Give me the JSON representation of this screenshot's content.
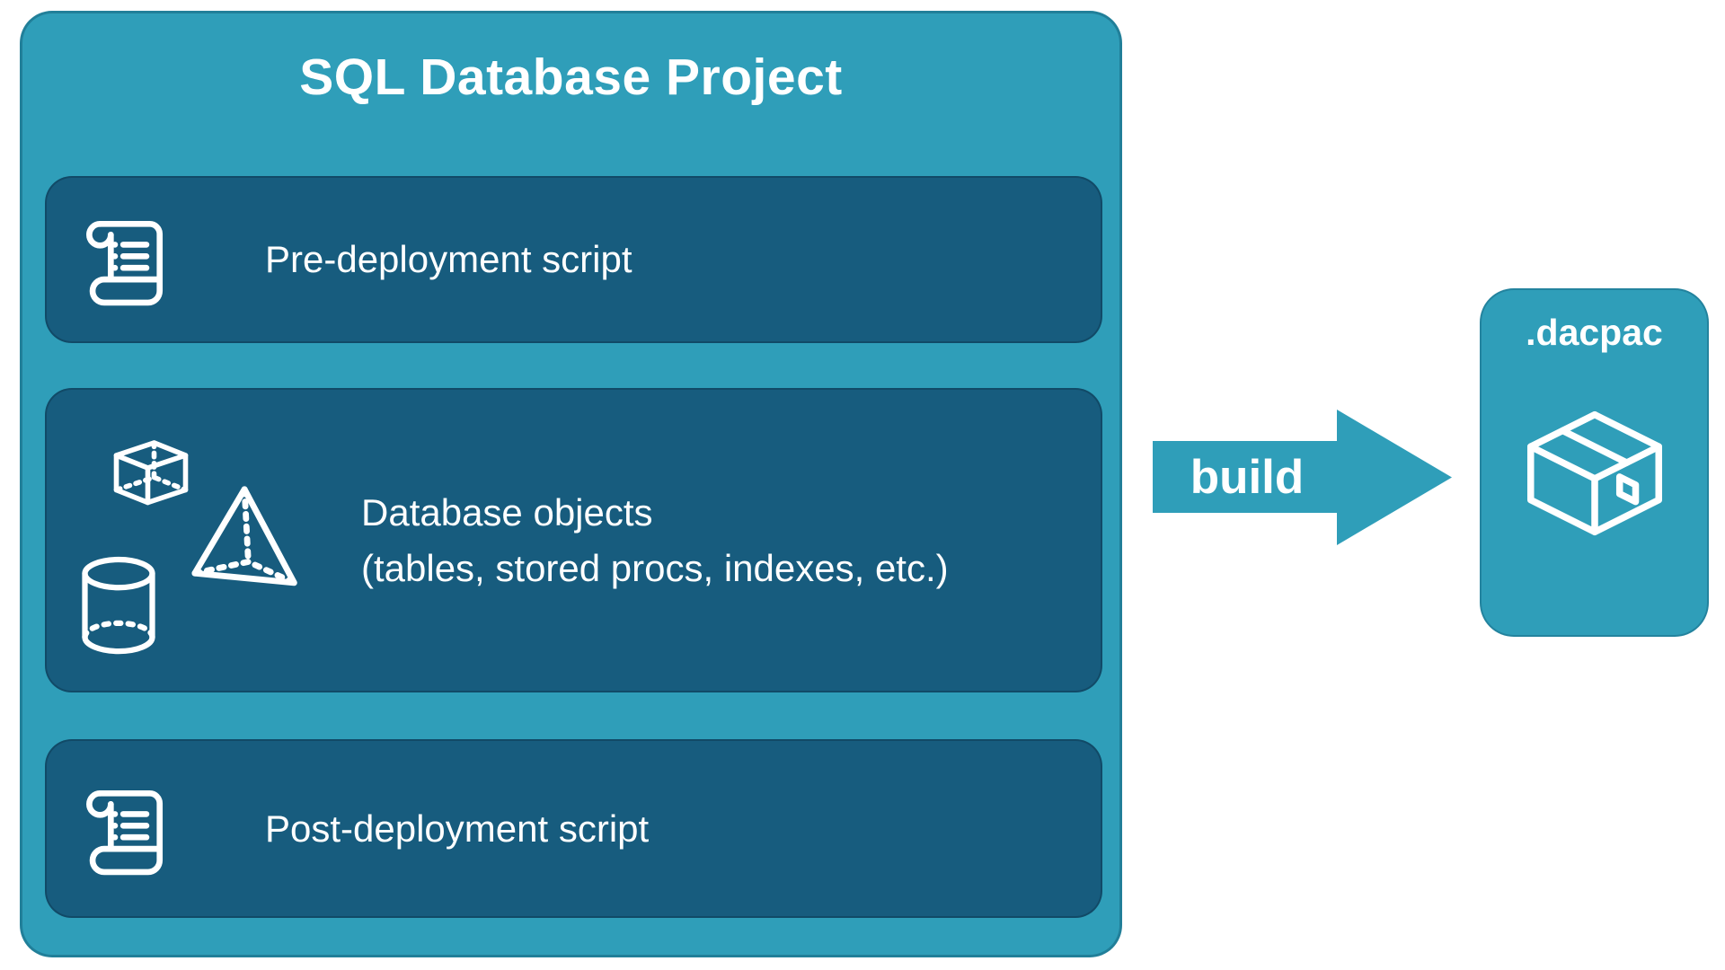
{
  "colors": {
    "background": "#FFFFFF",
    "container": "#2F9EB9",
    "panel": "#175C7E",
    "arrow": "#2F9EB9",
    "text": "#FFFFFF"
  },
  "project": {
    "title": "SQL Database Project",
    "panels": {
      "pre": {
        "label": "Pre-deployment script",
        "icon": "scroll-icon"
      },
      "objects": {
        "line1": "Database objects",
        "line2": "(tables, stored procs, indexes, etc.)",
        "icons": [
          "cube-icon",
          "pyramid-icon",
          "cylinder-icon"
        ]
      },
      "post": {
        "label": "Post-deployment script",
        "icon": "scroll-icon"
      }
    }
  },
  "build_arrow": {
    "label": "build",
    "icon": "arrow-right-icon"
  },
  "dacpac": {
    "label": ".dacpac",
    "icon": "package-icon"
  }
}
